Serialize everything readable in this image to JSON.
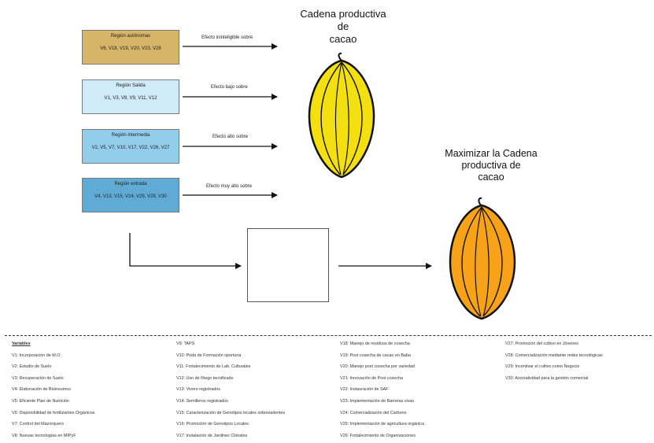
{
  "titles": {
    "top": [
      "Cadena productiva",
      "de",
      "cacao"
    ],
    "right": [
      "Maximizar la Cadena",
      "productiva de",
      "cacao"
    ]
  },
  "regions": [
    {
      "title": "Región autónomas",
      "vars": "V6, V18, V19, V20, V23, V28",
      "color": "#d6b468"
    },
    {
      "title": "Región Salida",
      "vars": "V1, V3, V8, V9, V11, V12",
      "color": "#cfeaf8"
    },
    {
      "title": "Región intermedia",
      "vars": "V2, V5, V7, V10, V17, V22, V26, V27",
      "color": "#92cdec"
    },
    {
      "title": "Región entrada",
      "vars": "V4, V13, V15, V24, V25, V29, V30",
      "color": "#5fabd6"
    }
  ],
  "effects": [
    "Efecto ininteligible sobre",
    "Efecto bajo sobre",
    "Efecto alto sobre",
    "Efecto muy alto sobre"
  ],
  "pods": {
    "top_color": "#f4e010",
    "right_color": "#f8a21a"
  },
  "legend": {
    "heading": "Variables",
    "col1": [
      "V1: Incorporación de M.O.",
      "V2: Estudio de Suelo",
      "V3: Recuperación de Suelo",
      "V4: Elaboración de Bioinsumos",
      "V5: Eficiente Plan de Nutrición",
      "V6: Disponibilidad de fertilizantes Orgánicos",
      "V7: Control del Mazorquero",
      "V8: Nuevas tecnologías en MIPyF"
    ],
    "col2": [
      "V9: TAPS",
      "V10: Poda de Formación oportuna",
      "V11: Fortalecimiento de Lab. Culturales",
      "V12: Uso de Riego tecnificado",
      "V13: Vivero registrados",
      "V14: Semilleros registrados",
      "V15: Caracterización de Genotipos  locales sobresalientes",
      "V16: Promoción de Genotipos Locales",
      "V17: Instalación de Jardines Clónales"
    ],
    "col3": [
      "V18: Manejo de residuos de cosecha",
      "V19: Post cosecha de cacao en Baba",
      "V20: Manejo post cosecha por variedad",
      "V21: Innovación de Post cosecha",
      "V22: Instauración de SAF",
      "V23: Implementación de Barreras vivas",
      "V24: Comercialización del Carbono",
      "V25: Implementación de agricultura orgánica",
      "V26: Fortalecimiento de Organizaciones"
    ],
    "col4": [
      "V27: Promoción del cultivo en Jóvenes",
      "V28: Comercialización mediante redes tecnológicas",
      "V29: Incentivar el cultivo como Negocio",
      "V30: Asociatividad para la gestión comercial"
    ]
  }
}
